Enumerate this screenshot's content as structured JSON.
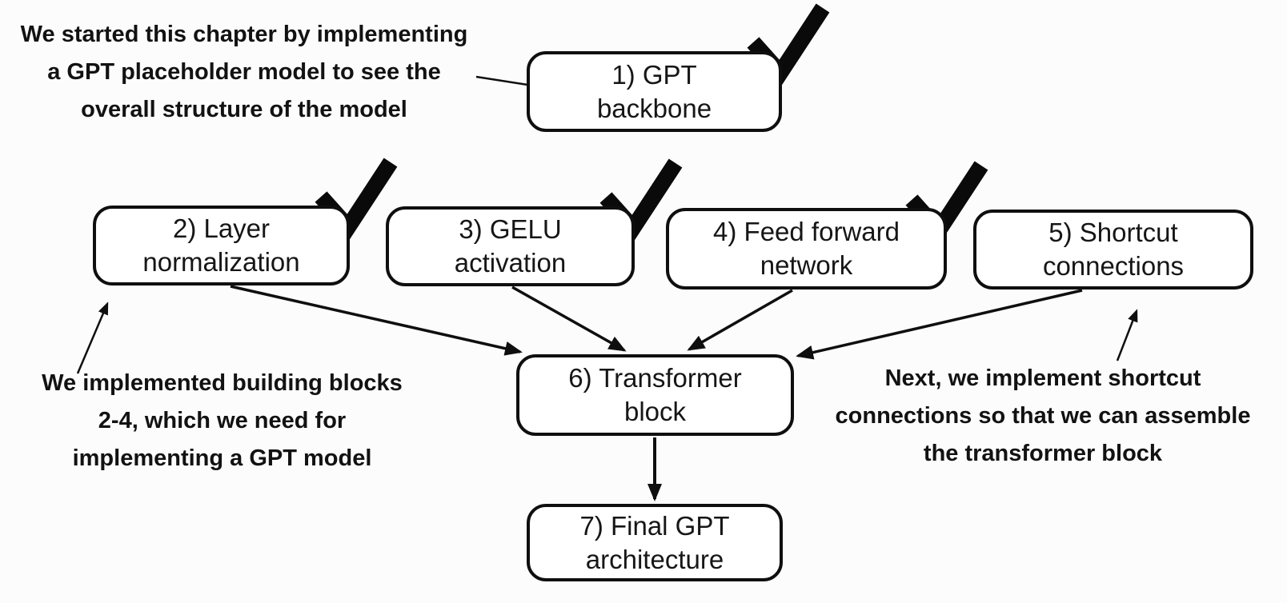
{
  "colors": {
    "ink": "#0f0f0f",
    "box_fill": "#ffffff",
    "background": "#fcfcfc",
    "checkmark": "#0a0a0a"
  },
  "boxes": [
    {
      "id": "gpt-backbone",
      "lines": [
        "1) GPT",
        "backbone"
      ],
      "status_icon": "checkmark"
    },
    {
      "id": "layer-normalization",
      "lines": [
        "2) Layer",
        "normalization"
      ],
      "status_icon": "checkmark"
    },
    {
      "id": "gelu-activation",
      "lines": [
        "3) GELU",
        "activation"
      ],
      "status_icon": "checkmark"
    },
    {
      "id": "feed-forward-network",
      "lines": [
        "4) Feed forward",
        "network"
      ],
      "status_icon": "checkmark"
    },
    {
      "id": "shortcut-connections",
      "lines": [
        "5) Shortcut",
        "connections"
      ],
      "status_icon": null
    },
    {
      "id": "transformer-block",
      "lines": [
        "6) Transformer",
        "block"
      ],
      "status_icon": null
    },
    {
      "id": "final-gpt-architecture",
      "lines": [
        "7) Final GPT",
        "architecture"
      ],
      "status_icon": null
    }
  ],
  "annotations": [
    {
      "id": "chapter-intro",
      "lines": [
        "We started this chapter by implementing",
        "a GPT placeholder model to see the",
        "overall structure of the model"
      ]
    },
    {
      "id": "building-blocks-done",
      "lines": [
        "We implemented building blocks",
        "2-4, which we need for",
        "implementing a GPT model"
      ]
    },
    {
      "id": "next-step",
      "lines": [
        "Next, we implement shortcut",
        "connections so that we can assemble",
        "the transformer block"
      ]
    }
  ]
}
